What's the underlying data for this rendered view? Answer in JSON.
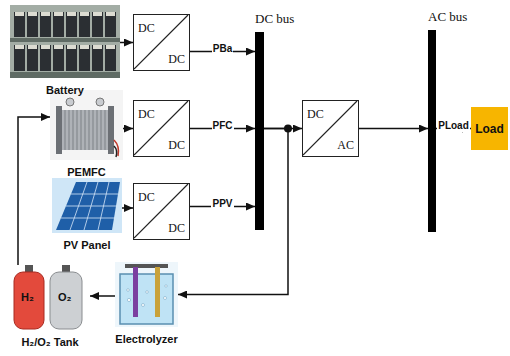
{
  "diagram": {
    "nodes": [
      {
        "text": [
          "Battery"
        ]
      },
      {
        "text": [
          "DC",
          "DC"
        ]
      },
      {
        "text": [
          "DC bus"
        ]
      },
      {
        "text": [
          "AC bus"
        ]
      },
      {
        "text": [
          "PEMFC"
        ]
      },
      {
        "text": [
          "DC",
          "DC"
        ]
      },
      {
        "text": [
          "DC",
          "AC"
        ]
      },
      {
        "text": [
          "Load"
        ]
      },
      {
        "text": [
          "PV Panel"
        ]
      },
      {
        "text": [
          "DC",
          "DC"
        ]
      },
      {
        "text": [
          "H₂/O₂ Tank"
        ]
      },
      {
        "text": [
          "Electrolyzer"
        ]
      }
    ],
    "edges": [
      {
        "from": 0,
        "to": 1,
        "arrow": "to"
      },
      {
        "from": 1,
        "to": 2,
        "arrow": "to",
        "label": "PBa"
      },
      {
        "from": 4,
        "to": 5,
        "arrow": "to"
      },
      {
        "from": 5,
        "to": 2,
        "arrow": "to",
        "label": "PFC"
      },
      {
        "from": 8,
        "to": 9,
        "arrow": "to"
      },
      {
        "from": 9,
        "to": 2,
        "arrow": "to",
        "label": "PPV"
      },
      {
        "from": 2,
        "to": 6,
        "arrow": "to"
      },
      {
        "from": 6,
        "to": 3,
        "arrow": "to"
      },
      {
        "from": 3,
        "to": 7,
        "arrow": "to",
        "label": "PLoad"
      },
      {
        "from": 2,
        "to": 11,
        "arrow": "to"
      },
      {
        "from": 11,
        "to": 10,
        "arrow": "to"
      },
      {
        "from": 10,
        "to": 4,
        "arrow": "to"
      }
    ],
    "labels": [
      "H₂",
      "O₂"
    ]
  }
}
